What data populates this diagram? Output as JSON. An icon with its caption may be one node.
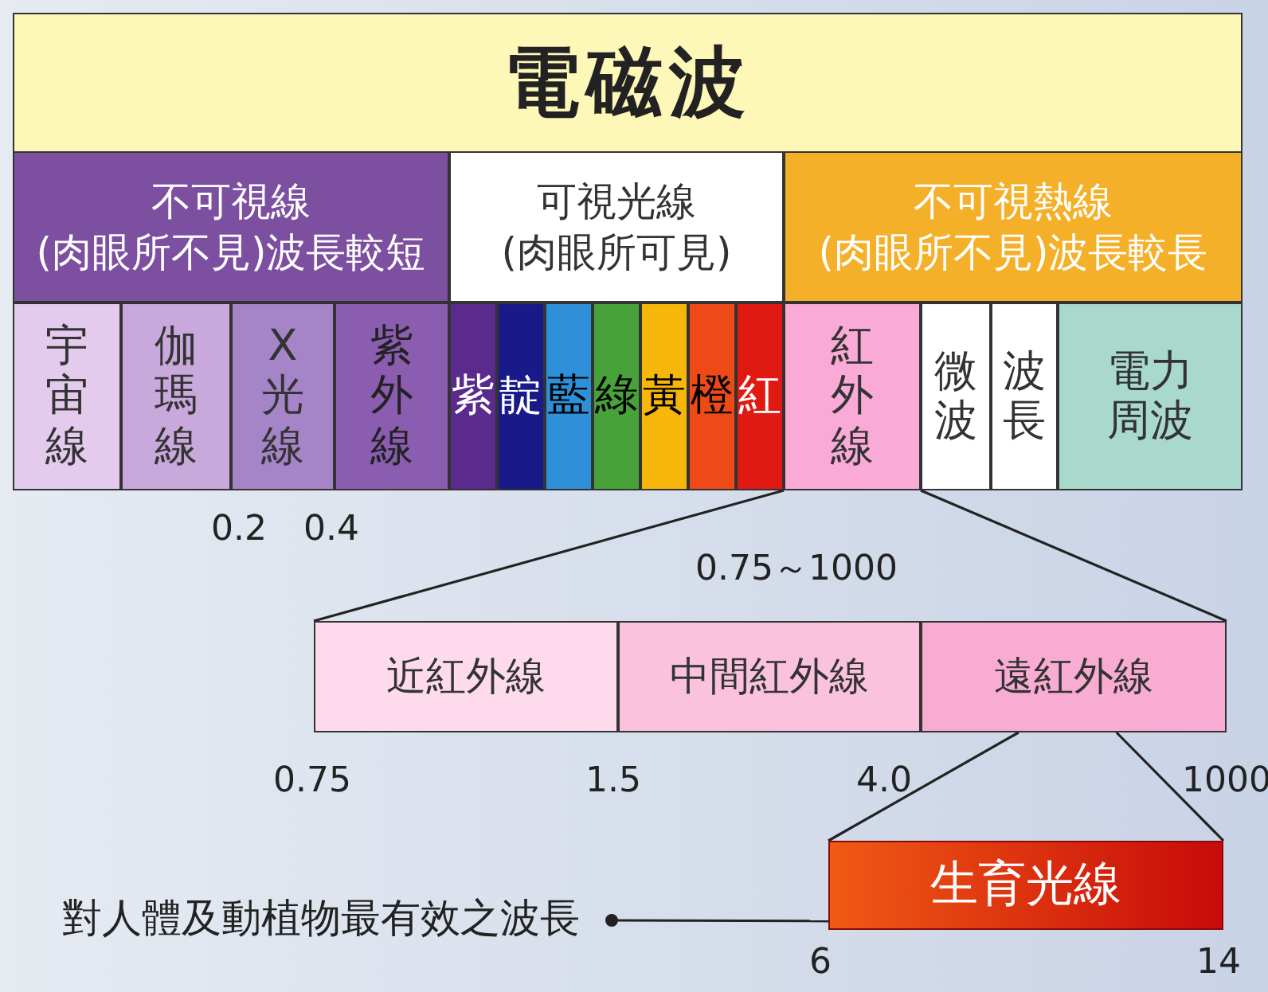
{
  "diagram": {
    "title": "電磁波",
    "nodes": [
      {
        "text": [
          "不可視線",
          "(肉眼所不見)波長較短"
        ]
      },
      {
        "text": [
          "可視光線",
          "(肉眼所可見)"
        ]
      },
      {
        "text": [
          "不可視熱線",
          "(肉眼所不見)波長較長"
        ]
      },
      {
        "text": [
          "宇宙線"
        ]
      },
      {
        "text": [
          "伽瑪線"
        ]
      },
      {
        "text": [
          "X光線"
        ]
      },
      {
        "text": [
          "紫外線"
        ]
      },
      {
        "text": [
          "紫"
        ]
      },
      {
        "text": [
          "靛"
        ]
      },
      {
        "text": [
          "藍"
        ]
      },
      {
        "text": [
          "綠"
        ]
      },
      {
        "text": [
          "黃"
        ]
      },
      {
        "text": [
          "橙"
        ]
      },
      {
        "text": [
          "紅"
        ]
      },
      {
        "text": [
          "紅外線"
        ]
      },
      {
        "text": [
          "微波"
        ]
      },
      {
        "text": [
          "波長"
        ]
      },
      {
        "text": [
          "電力周波"
        ]
      },
      {
        "text": [
          "近紅外線"
        ]
      },
      {
        "text": [
          "中間紅外線"
        ]
      },
      {
        "text": [
          "遠紅外線"
        ]
      },
      {
        "text": [
          "生育光線"
        ]
      },
      {
        "text": [
          "對人體及動植物最有效之波長"
        ]
      }
    ],
    "edges": [
      {
        "from": 14,
        "to": 18,
        "arrow": "none"
      },
      {
        "from": 14,
        "to": 20,
        "arrow": "none"
      },
      {
        "from": 20,
        "to": 21,
        "arrow": "none"
      },
      {
        "from": 20,
        "to": 21,
        "arrow": "none"
      },
      {
        "from": 22,
        "to": 21,
        "arrow": "other"
      }
    ],
    "labels": [
      "0.2",
      "0.4",
      "0.75～1000",
      "0.75",
      "1.5",
      "4.0",
      "1000",
      "6",
      "14"
    ]
  }
}
